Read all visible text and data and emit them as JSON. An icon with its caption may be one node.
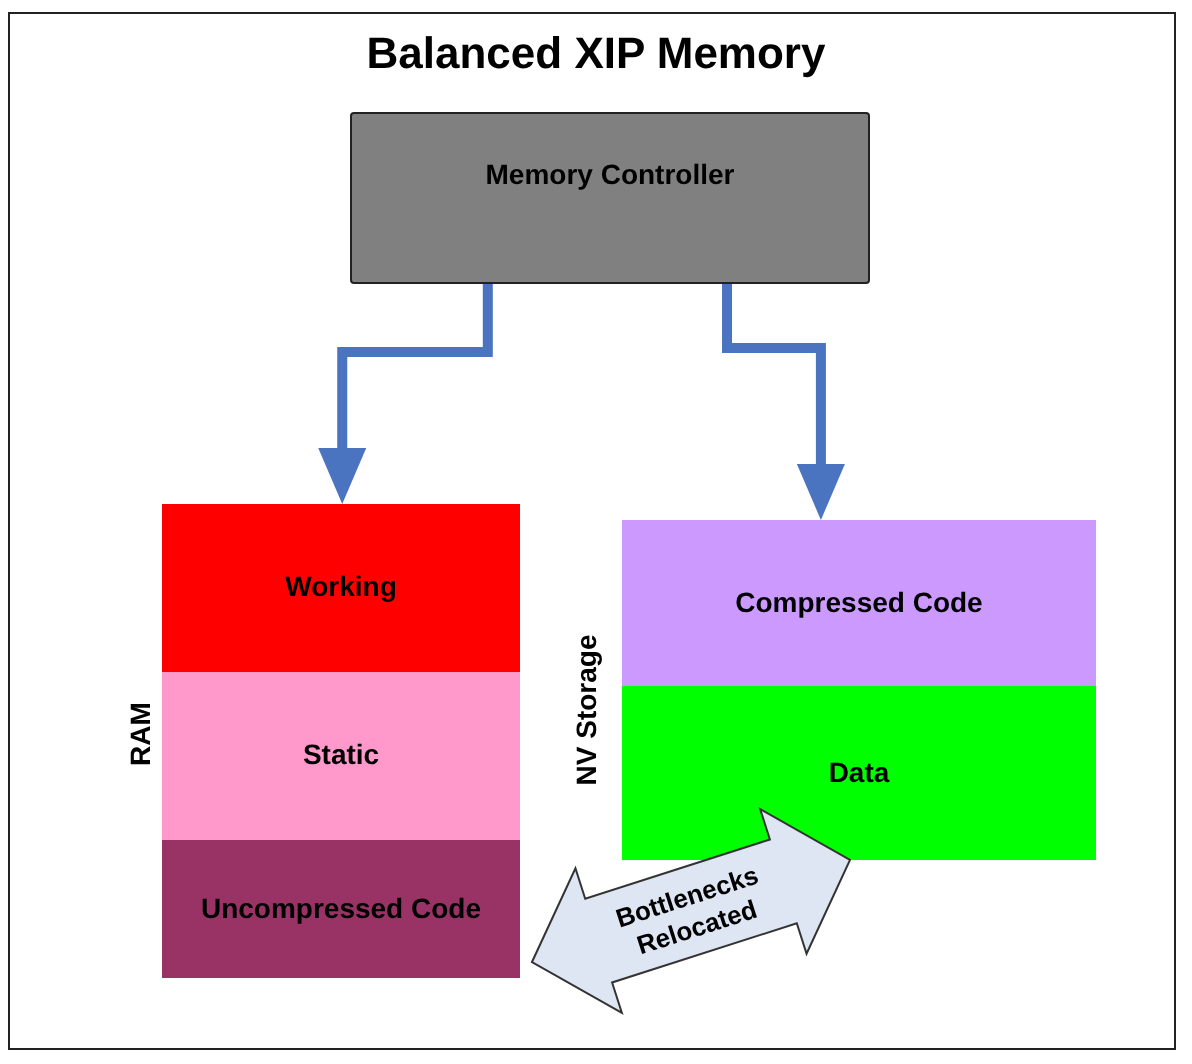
{
  "diagram": {
    "title": "Balanced XIP Memory",
    "nodes": [
      {
        "text": [
          "Memory Controller"
        ]
      },
      {
        "text": [
          "RAM"
        ]
      },
      {
        "text": [
          "Working"
        ],
        "in": 1
      },
      {
        "text": [
          "Static"
        ],
        "in": 1
      },
      {
        "text": [
          "Uncompressed Code"
        ],
        "in": 1
      },
      {
        "text": [
          "NV Storage"
        ]
      },
      {
        "text": [
          "Compressed Code"
        ],
        "in": 5
      },
      {
        "text": [
          "Data"
        ],
        "in": 5
      }
    ],
    "edges": [
      {
        "from": 0,
        "to": 1,
        "arrow": "to"
      },
      {
        "from": 0,
        "to": 5,
        "arrow": "to"
      },
      {
        "from": 4,
        "to": 7,
        "arrow": "both",
        "label": "Bottlenecks Relocated"
      }
    ]
  }
}
